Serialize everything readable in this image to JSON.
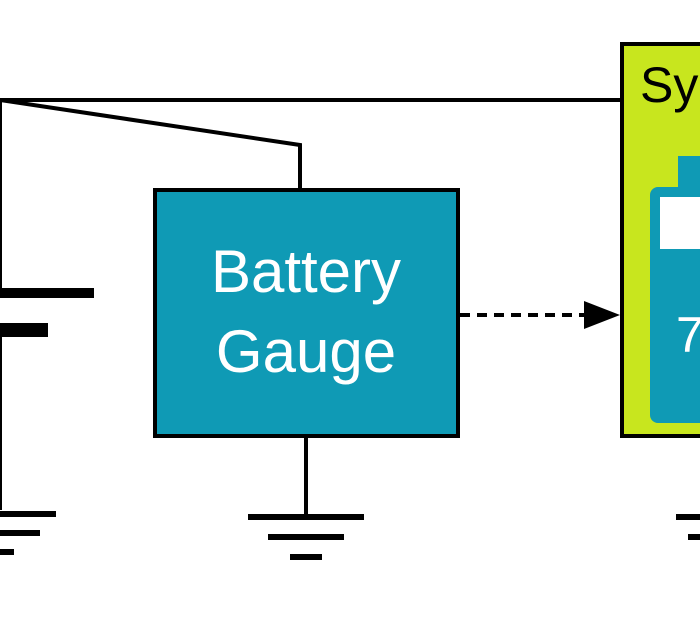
{
  "gauge": {
    "line1": "Battery",
    "line2": "Gauge"
  },
  "system": {
    "label": "Sy",
    "level_text": "7"
  },
  "colors": {
    "gauge_fill": "#0f9ab5",
    "system_fill": "#c8e61e",
    "battery_fill": "#0f9ab5",
    "line": "#000000",
    "text_on_dark": "#ffffff"
  }
}
